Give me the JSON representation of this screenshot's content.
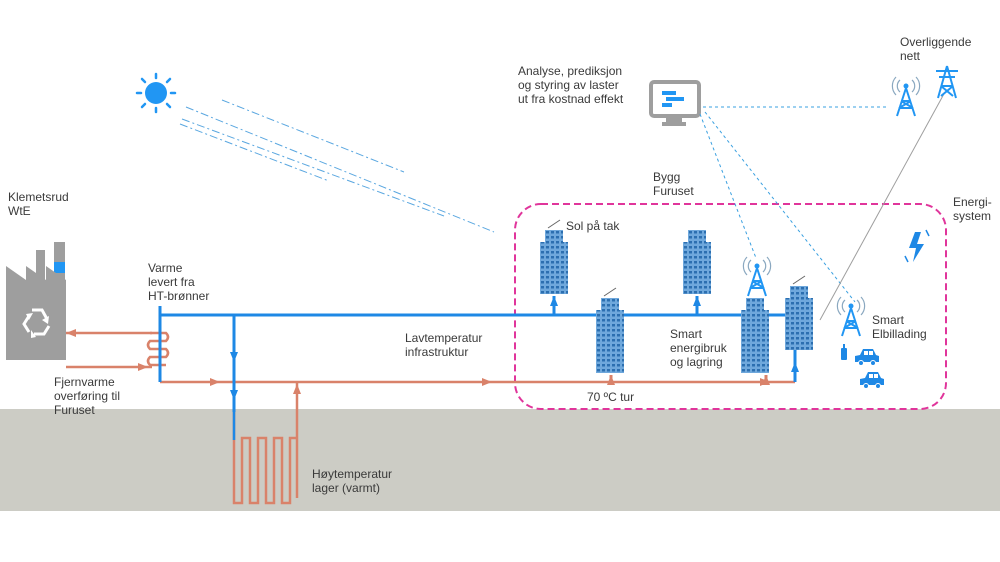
{
  "labels": {
    "klemetsrud": "Klemetsrud\nWtE",
    "varme": "Varme\nlevert fra\nHT-brønner",
    "fjernvarme": "Fjernvarme\noverføring til\nFuruset",
    "hoytemperatur": "Høytemperatur\nlager (varmt)",
    "lavtemperatur": "Lavtemperatur\ninfrastruktur",
    "analyse": "Analyse, prediksjon\nog styring av laster\nut fra kostnad effekt",
    "bygg": "Bygg\nFuruset",
    "sol": "Sol på tak",
    "smart_energi": "Smart\nenergibruk\nog lagring",
    "tur": "70 ºC tur",
    "smart_el": "Smart\nElbillading",
    "energisystem": "Energi-\nsystem",
    "overliggende": "Overliggende\nnett"
  },
  "colors": {
    "blue_pipe": "#1e88e5",
    "red_pipe": "#d9826a",
    "accent_blue": "#2196f3",
    "building": "#6fa8dc",
    "ground": "#ccccc5",
    "boundary": "#e0359b",
    "text": "#3a3a3a"
  },
  "icons": [
    "sun-icon",
    "factory-icon",
    "recycle-icon",
    "monitor-icon",
    "antenna-icon",
    "pylon-icon",
    "lightning-icon",
    "car-icon",
    "charger-icon",
    "heat-exchanger-icon"
  ]
}
